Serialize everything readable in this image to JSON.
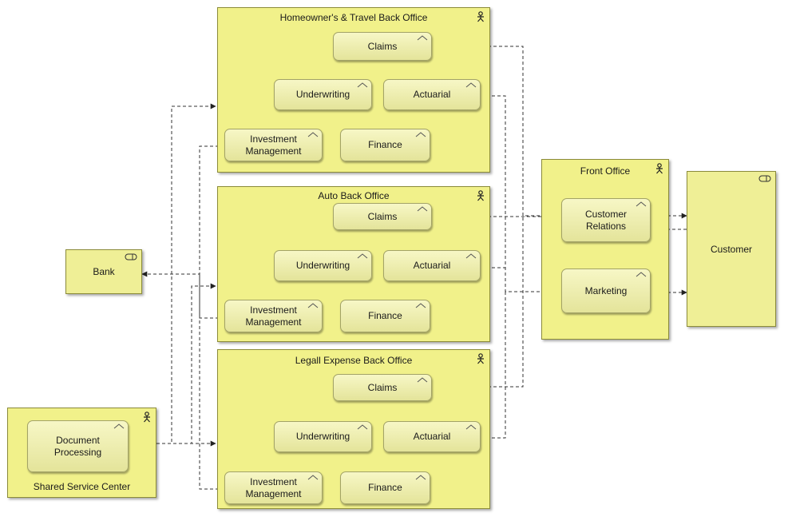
{
  "groups": {
    "homeowner": {
      "title": "Homeowner's & Travel Back Office"
    },
    "auto": {
      "title": "Auto Back Office"
    },
    "legal": {
      "title": "Legall Expense Back Office"
    },
    "front": {
      "title": "Front Office"
    },
    "shared": {
      "title": "Shared Service Center"
    }
  },
  "functions": {
    "claims": "Claims",
    "underwriting": "Underwriting",
    "actuarial": "Actuarial",
    "finance": "Finance",
    "investment_line1": "Investment",
    "investment_line2": "Management",
    "customer_relations_line1": "Customer",
    "customer_relations_line2": "Relations",
    "marketing": "Marketing",
    "document_processing_line1": "Document",
    "document_processing_line2": "Processing"
  },
  "external": {
    "bank": "Bank",
    "customer": "Customer"
  },
  "colors": {
    "actor_fill": "#f1f18a",
    "function_fill": "#ecec b0",
    "border": "#8c8c3a",
    "connector": "#333333"
  },
  "icons": {
    "actor": "stick-figure-icon",
    "function": "chevron-up-icon",
    "service": "pill-icon"
  }
}
